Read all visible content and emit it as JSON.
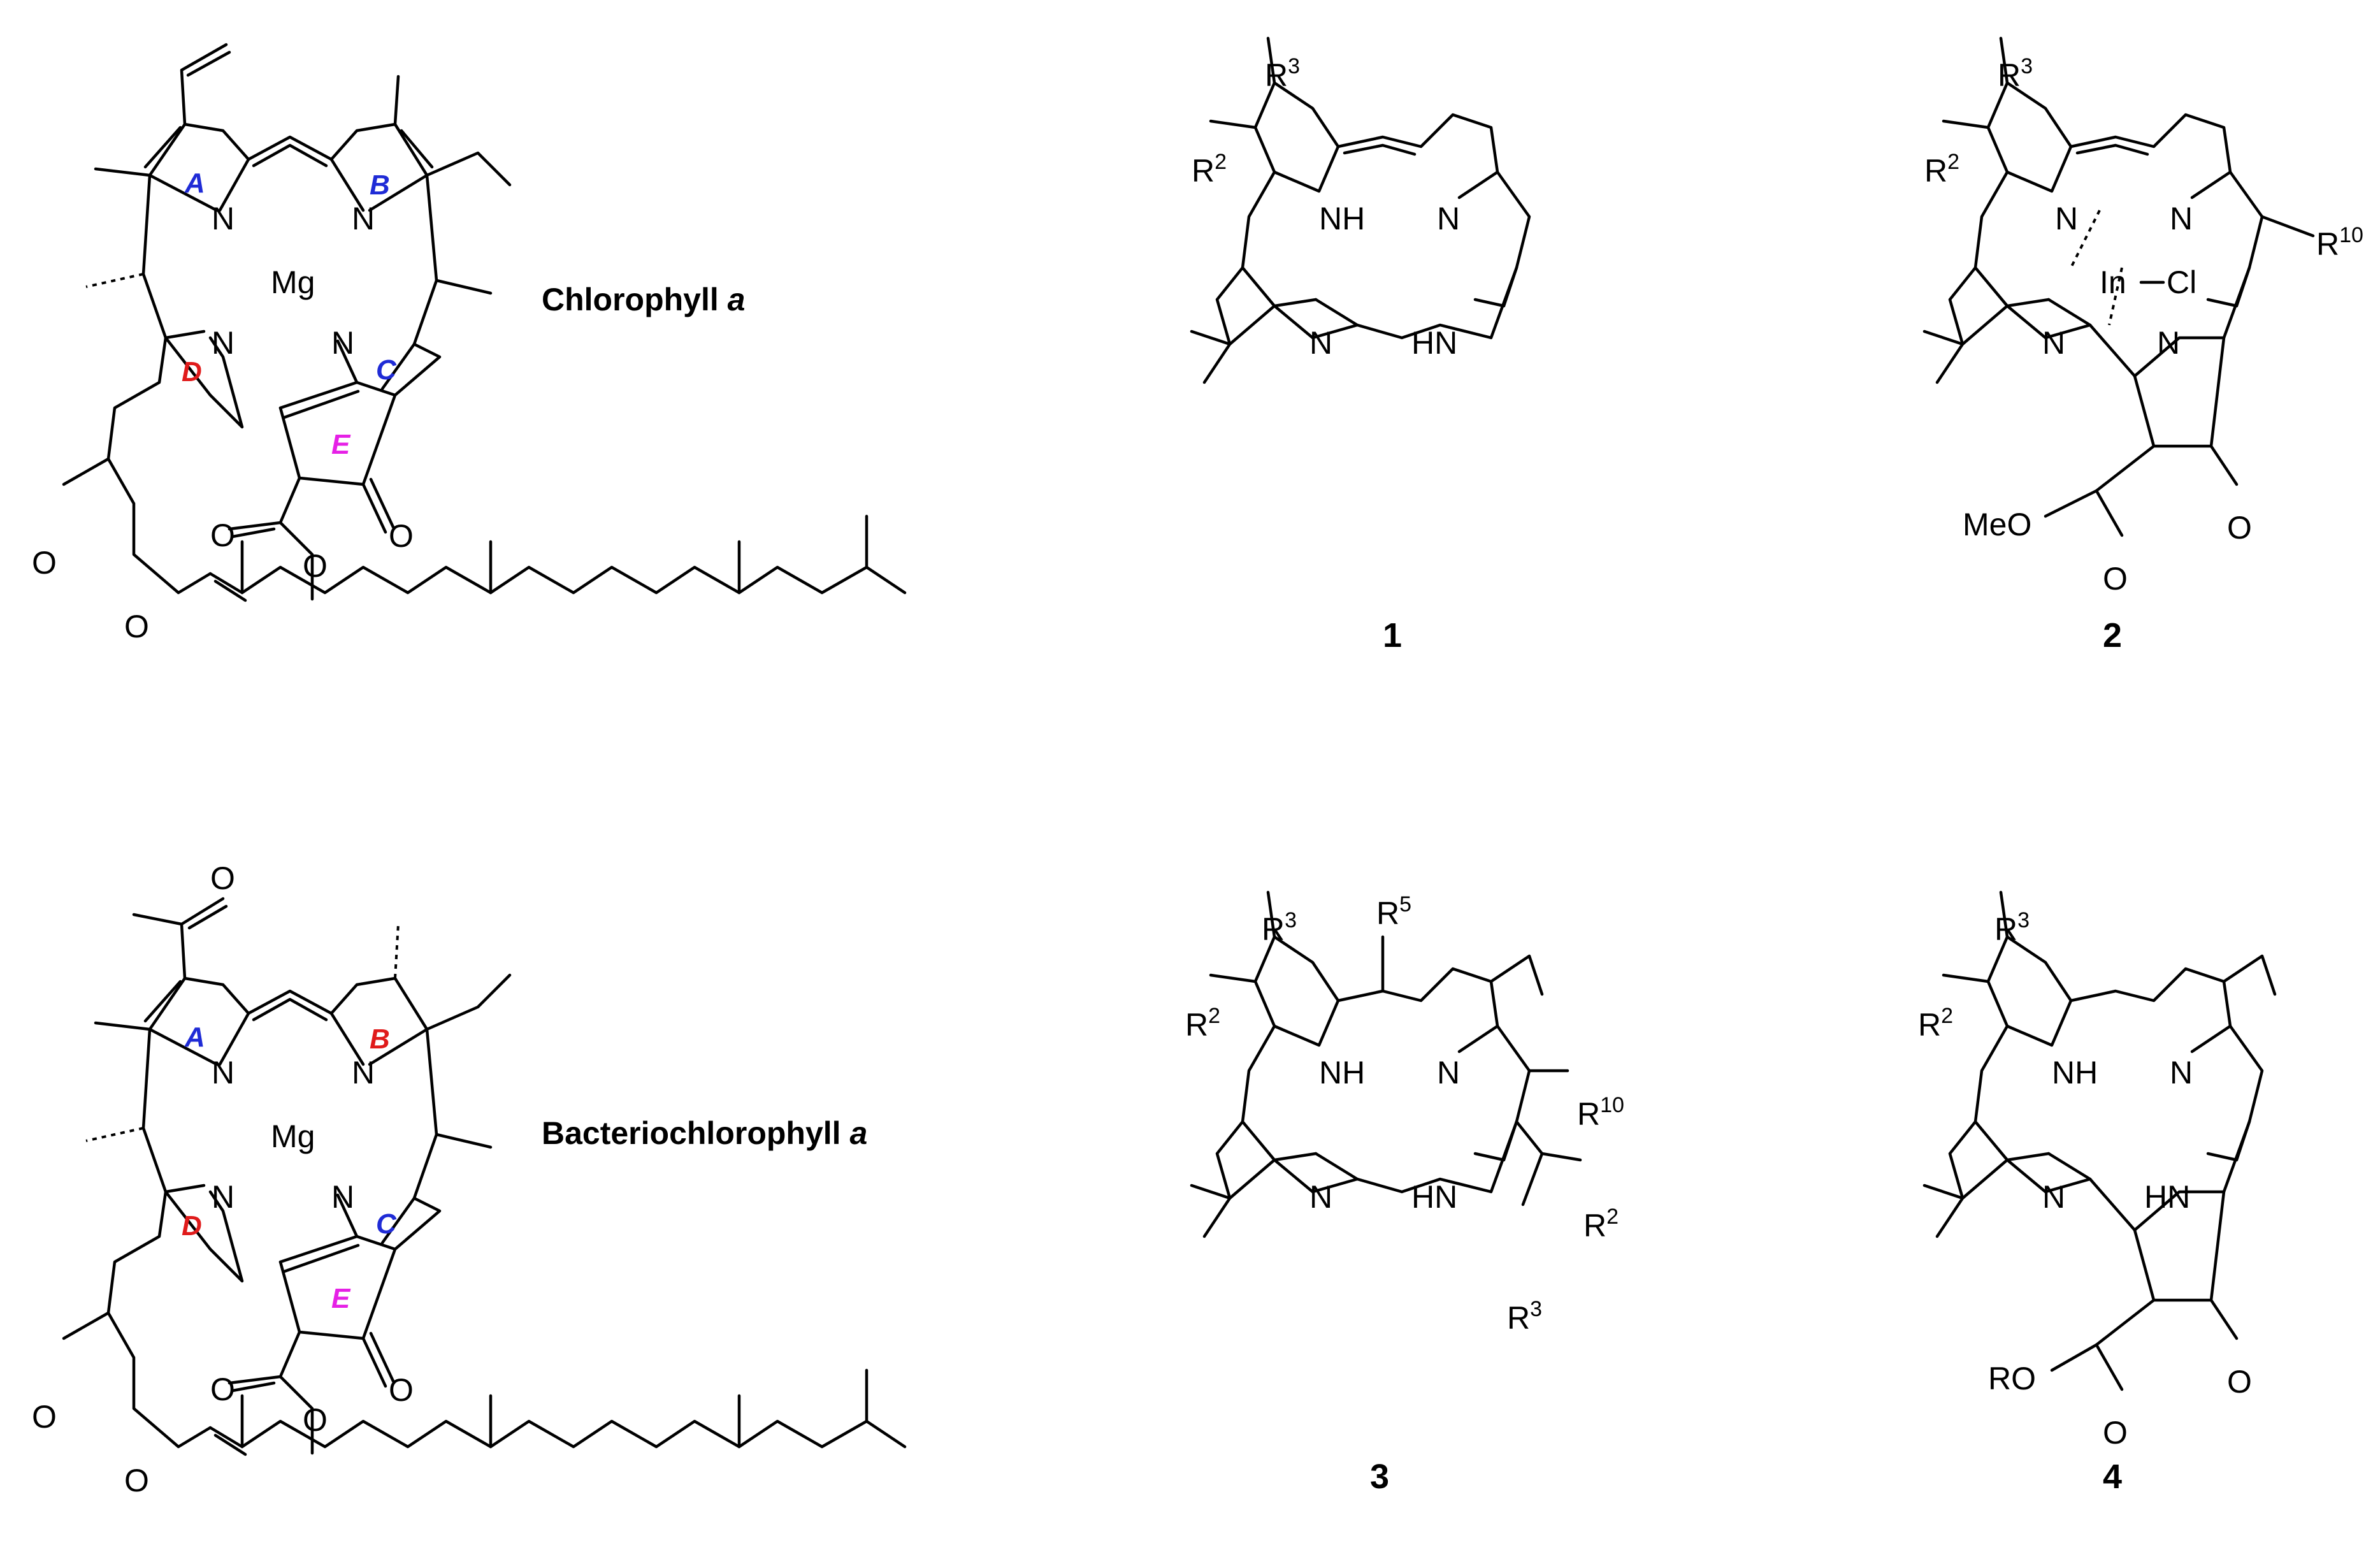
{
  "compounds": {
    "chlorophyll": {
      "name": "Chlorophyll ",
      "name_italic": "a",
      "metal": "Mg",
      "atom_N": "N",
      "atom_O": "O",
      "rings": {
        "A": "A",
        "B": "B",
        "C": "C",
        "D": "D",
        "E": "E"
      }
    },
    "bacteriochlorophyll": {
      "name": "Bacteriochlorophyll ",
      "name_italic": "a",
      "metal": "Mg",
      "atom_N": "N",
      "atom_O": "O",
      "rings": {
        "A": "A",
        "B": "B",
        "C": "C",
        "D": "D",
        "E": "E"
      }
    },
    "c1": {
      "label": "1",
      "NH": "NH",
      "HN": "HN",
      "N": "N",
      "R": "R",
      "sup2": "2",
      "sup3": "3"
    },
    "c2": {
      "label": "2",
      "metal": "In",
      "Cl": "Cl",
      "N": "N",
      "R": "R",
      "sup2": "2",
      "sup3": "3",
      "sup10": "10",
      "MeO": "MeO",
      "O": "O"
    },
    "c3": {
      "label": "3",
      "NH": "NH",
      "HN": "HN",
      "N": "N",
      "R": "R",
      "sup2": "2",
      "sup3": "3",
      "sup5": "5",
      "sup10": "10"
    },
    "c4": {
      "label": "4",
      "NH": "NH",
      "HN": "HN",
      "N": "N",
      "R": "R",
      "sup2": "2",
      "sup3": "3",
      "RO": "RO",
      "O": "O"
    }
  },
  "colors": {
    "ring_blue": "#1f2bd6",
    "ring_red": "#e01b1b",
    "ring_magenta": "#e620e6",
    "line": "#000000"
  }
}
